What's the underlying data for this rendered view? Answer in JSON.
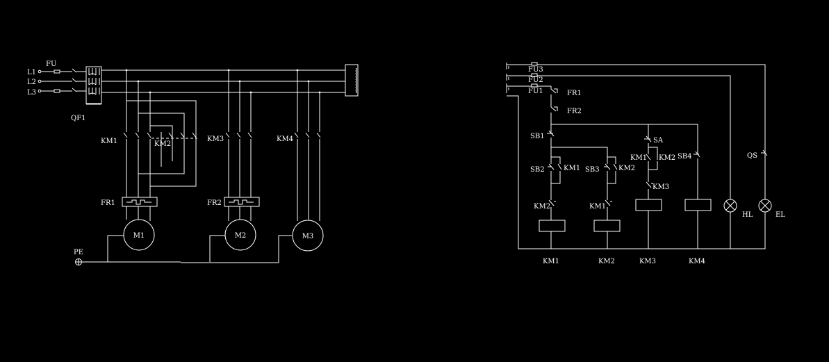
{
  "power_circuit": {
    "lines": {
      "l1": "L1",
      "l2": "L2",
      "l3": "L3"
    },
    "fuse": "FU",
    "breaker": "QF1",
    "contactors": {
      "km1": "KM1",
      "km2": "KM2",
      "km3": "KM3",
      "km4": "KM4"
    },
    "relays": {
      "fr1": "FR1",
      "fr2": "FR2"
    },
    "motors": {
      "m1": "M1",
      "m2": "M2",
      "m3": "M3"
    },
    "ground": "PE"
  },
  "control_circuit": {
    "fuses": {
      "fu1": "FU1",
      "fu2": "FU2",
      "fu3": "FU3"
    },
    "relays": {
      "fr1": "FR1",
      "fr2": "FR2"
    },
    "buttons": {
      "sb1": "SB1",
      "sb2": "SB2",
      "sb3": "SB3",
      "sb4": "SB4"
    },
    "switches": {
      "sa": "SA",
      "qs": "QS"
    },
    "contacts": {
      "km1_aux": "KM1",
      "km2_interlock": "KM2",
      "km2_aux": "KM2",
      "km1_interlock": "KM1",
      "km1_sa": "KM1",
      "km2_sa": "KM2",
      "km3_nc": "KM3"
    },
    "coils": {
      "km1": "KM1",
      "km2": "KM2",
      "km3": "KM3",
      "km4": "KM4"
    },
    "lamps": {
      "hl": "HL",
      "el": "EL"
    }
  }
}
